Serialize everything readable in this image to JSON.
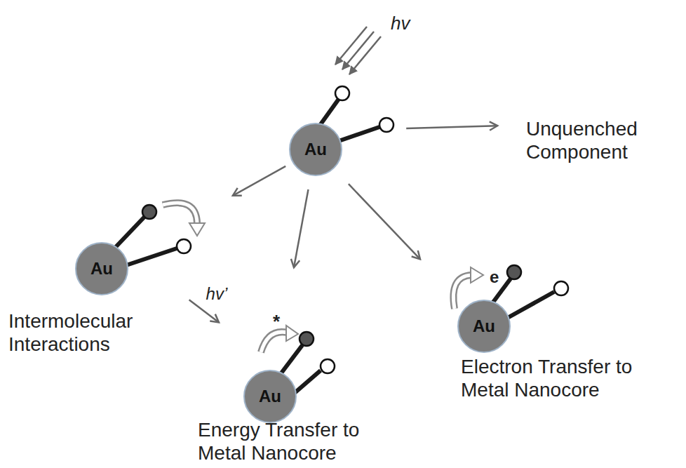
{
  "diagram": {
    "nodes": [
      {
        "text": [
          "Au"
        ]
      },
      {
        "text": [
          "Unquenched Component"
        ]
      },
      {
        "text": [
          "Au",
          "Intermolecular Interactions"
        ]
      },
      {
        "text": [
          "Au",
          "Energy Transfer to Metal Nanocore"
        ]
      },
      {
        "text": [
          "Au",
          "Electron Transfer to Metal Nanocore"
        ]
      }
    ],
    "edges": [
      {
        "from": 0,
        "to": 1,
        "arrow": "to"
      },
      {
        "from": 0,
        "to": 2,
        "arrow": "to"
      },
      {
        "from": 0,
        "to": 3,
        "arrow": "to"
      },
      {
        "from": 0,
        "to": 4,
        "arrow": "to"
      },
      {
        "from": 2,
        "to": 3,
        "label": "hv’",
        "arrow": "to"
      }
    ],
    "labels": [
      "hv",
      "*",
      "e"
    ]
  }
}
